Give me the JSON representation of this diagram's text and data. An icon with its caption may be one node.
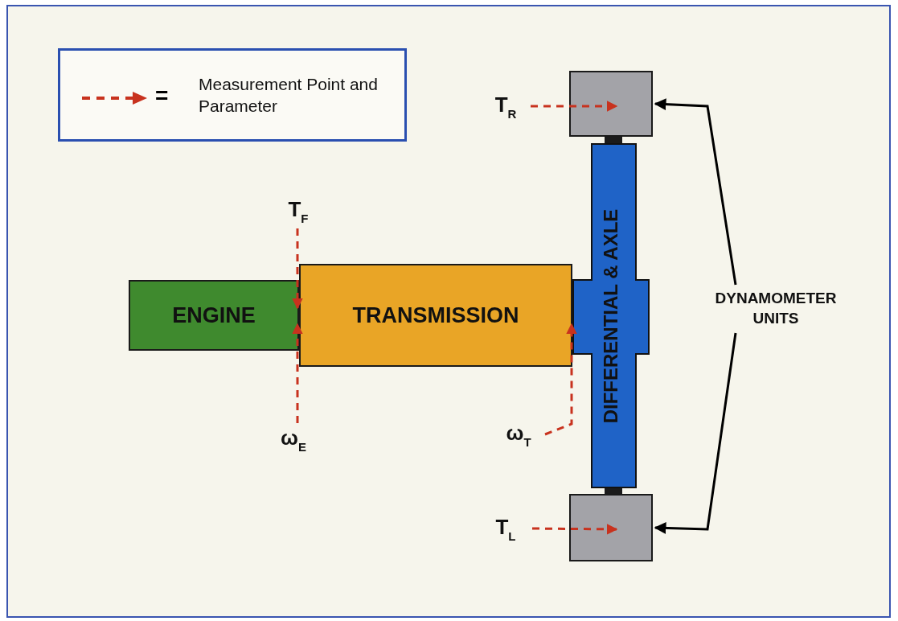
{
  "diagram": {
    "nodes": [
      {
        "text": [
          "ENGINE"
        ]
      },
      {
        "text": [
          "TRANSMISSION"
        ]
      },
      {
        "text": [
          "DIFFERENTIAL & AXLE"
        ]
      },
      {
        "text": [],
        "shape": "box"
      },
      {
        "text": [],
        "shape": "box"
      },
      {
        "text": [
          "T$_{F}$"
        ]
      },
      {
        "text": [
          "ω$_{E}$"
        ]
      },
      {
        "text": [
          "ω$_{T}$"
        ]
      },
      {
        "text": [
          "T$_{R}$"
        ]
      },
      {
        "text": [
          "T$_{L}$"
        ]
      },
      {
        "text": [
          "DYNAMOMETER UNITS"
        ]
      }
    ],
    "edges": [
      {
        "from": 5,
        "to": 1,
        "arrow": "to",
        "style": "dashed",
        "color": "#c8321e"
      },
      {
        "from": 6,
        "to": 1,
        "arrow": "to",
        "style": "dashed",
        "color": "#c8321e"
      },
      {
        "from": 7,
        "to": 1,
        "arrow": "to",
        "style": "dashed",
        "color": "#c8321e"
      },
      {
        "from": 8,
        "to": 3,
        "arrow": "to",
        "style": "dashed",
        "color": "#c8321e"
      },
      {
        "from": 9,
        "to": 4,
        "arrow": "to",
        "style": "dashed",
        "color": "#c8321e"
      },
      {
        "from": 10,
        "to": 3,
        "arrow": "to",
        "color": "#000000"
      },
      {
        "from": 10,
        "to": 4,
        "arrow": "to",
        "color": "#000000"
      }
    ],
    "labels": [
      "="
    ],
    "legend": [
      {
        "text": "Measurement Point and Parameter"
      }
    ]
  }
}
